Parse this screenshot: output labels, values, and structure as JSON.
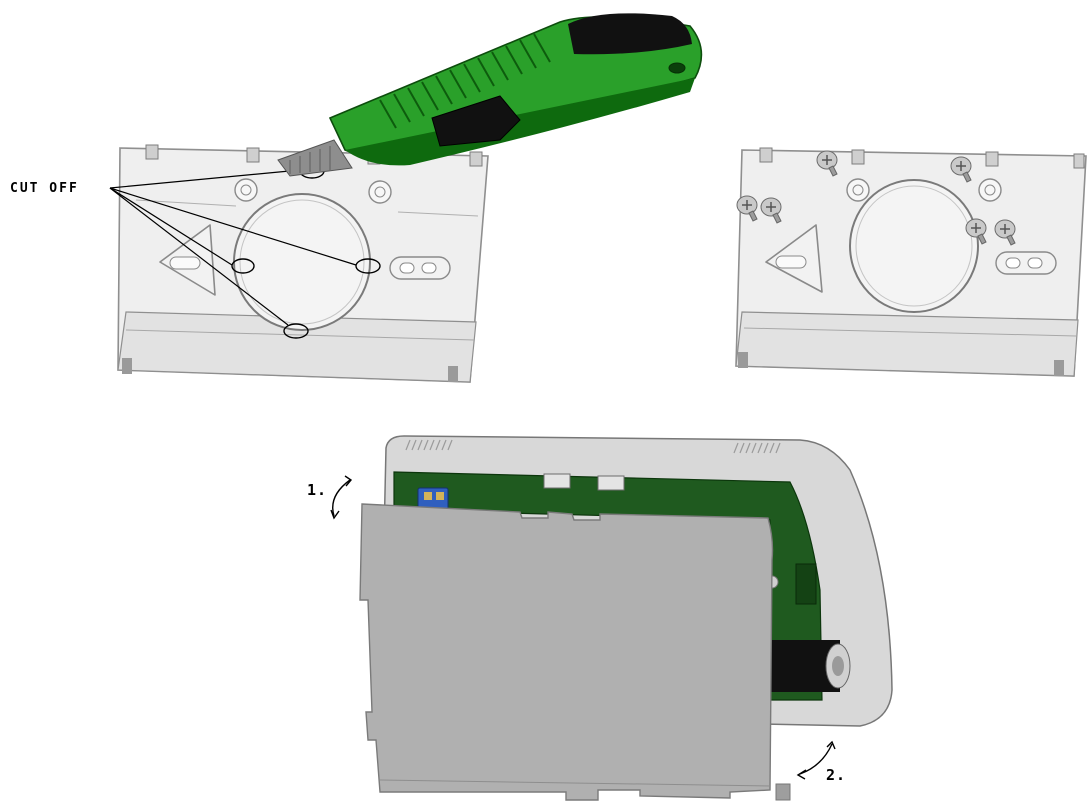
{
  "labels": {
    "cut_off": "CUT OFF",
    "step_1": "1.",
    "step_2": "2."
  },
  "colors": {
    "plate": "#efefef",
    "plate_edge": "#9a9a9a",
    "housing": "#d8d8d8",
    "cover": "#b0b0b0",
    "pcb": "#1f5a1f",
    "knife_body": "#2aa02a",
    "knife_dark": "#0d5c0d",
    "blade": "#8c8c8c",
    "ink": "#000000"
  },
  "icons": [
    "utility-knife-icon",
    "screw-icon",
    "terminal-block-icon",
    "battery-icon",
    "curved-arrow-icon"
  ]
}
